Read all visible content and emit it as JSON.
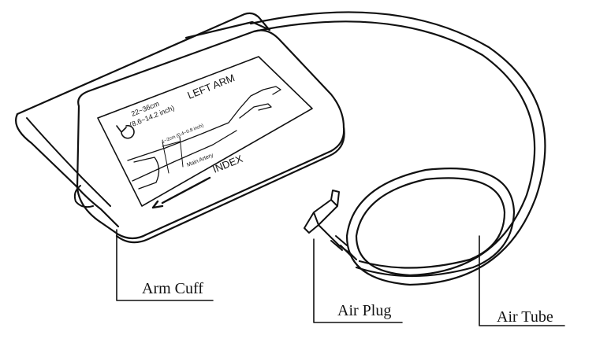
{
  "cuff_label": {
    "side": "LEFT ARM",
    "size_cm": "22~36cm",
    "size_inch": "(8.6~14.2 inch)",
    "distance": "1~2cm (0.4~0.8 inch)",
    "artery": "Main Artery",
    "index": "INDEX"
  },
  "callouts": {
    "arm_cuff": "Arm Cuff",
    "air_plug": "Air Plug",
    "air_tube": "Air Tube"
  },
  "colors": {
    "ink": "#111111",
    "background": "#ffffff"
  },
  "icons": [
    "rotate-arrow-icon",
    "arm-illustration-icon",
    "index-arrow-icon"
  ]
}
